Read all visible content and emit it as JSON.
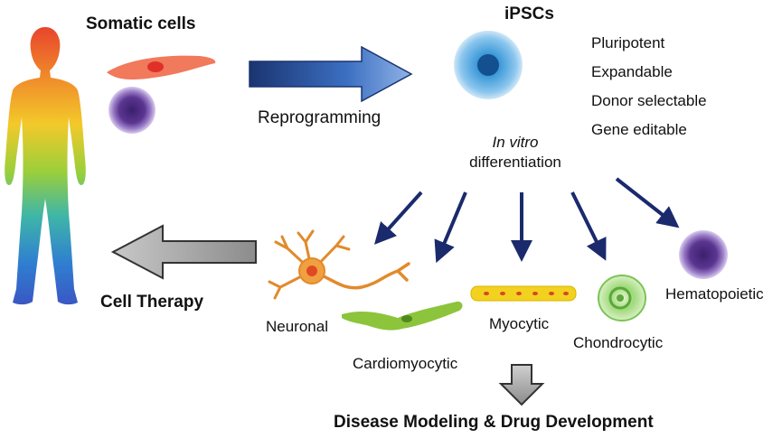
{
  "somatic": {
    "title": "Somatic cells"
  },
  "ipsc": {
    "title": "iPSCs",
    "properties": [
      "Pluripotent",
      "Expandable",
      "Donor selectable",
      "Gene editable"
    ]
  },
  "reprogramming": {
    "label": "Reprogramming"
  },
  "differentiation": {
    "line1": "In vitro",
    "line2": "differentiation"
  },
  "cell_therapy": {
    "label": "Cell Therapy"
  },
  "cell_types": [
    "Neuronal",
    "Cardiomyocytic",
    "Myocytic",
    "Chondrocytic",
    "Hematopoietic"
  ],
  "outcome": {
    "label": "Disease Modeling & Drug Development"
  },
  "colors": {
    "reprogramming_arrow": "#1f3c88",
    "differentiation_arrows": "#1a2a6c",
    "gray_arrows": "#9a9a9a",
    "ipsc_cell": "#3f9bd9",
    "blood_cell": "#6a3d9a",
    "cardio_cell": "#8cc43c",
    "myocyte_cell": "#e8c21e",
    "neuron_cell": "#e28a2b",
    "chondro_cell": "#8fd16e"
  }
}
